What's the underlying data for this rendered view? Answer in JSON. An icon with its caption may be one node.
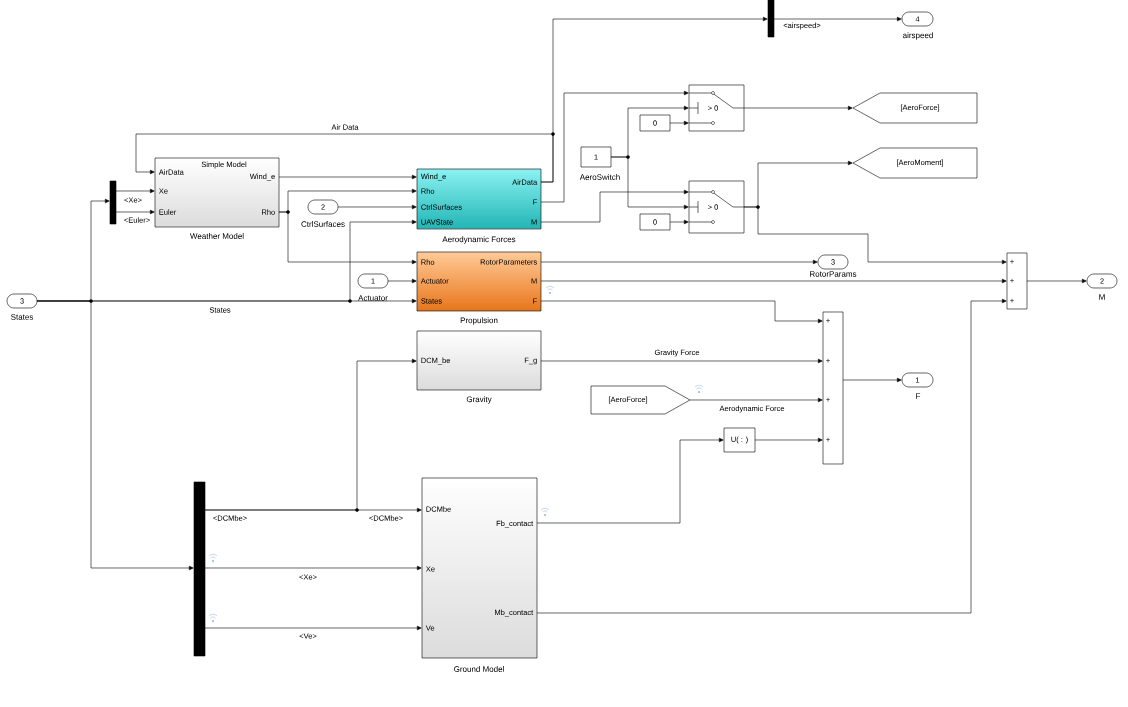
{
  "diagram": {
    "nodes": [
      {
        "text": [
          "3"
        ],
        "beside": [
          "States"
        ]
      },
      {
        "text": [],
        "shape": "bar"
      },
      {
        "text": [
          "Simple Model",
          "AirData",
          "Xe",
          "Euler",
          "Wind_e",
          "Rho"
        ],
        "beside": [
          "Weather Model"
        ]
      },
      {
        "text": [
          "2"
        ],
        "beside": [
          "CtrlSurfaces"
        ]
      },
      {
        "text": [
          "Wind_e",
          "Rho",
          "CtrlSurfaces",
          "UAVState",
          "AirData",
          "F",
          "M"
        ],
        "beside": [
          "Aerodynamic Forces"
        ]
      },
      {
        "text": [
          "1"
        ],
        "beside": [
          "Actuator"
        ]
      },
      {
        "text": [
          "Rho",
          "Actuator",
          "States",
          "RotorParameters",
          "M",
          "F"
        ],
        "beside": [
          "Propulsion"
        ]
      },
      {
        "text": [
          "DCM_be",
          "F_g"
        ],
        "beside": [
          "Gravity"
        ]
      },
      {
        "text": [],
        "shape": "bar"
      },
      {
        "text": [
          "DCMbe",
          "Xe",
          "Ve",
          "Fb_contact",
          "Mb_contact"
        ],
        "beside": [
          "Ground Model"
        ]
      },
      {
        "text": [],
        "shape": "bar"
      },
      {
        "text": [
          "4"
        ],
        "beside": [
          "airspeed"
        ]
      },
      {
        "text": [
          "1"
        ],
        "beside": [
          "AeroSwitch"
        ]
      },
      {
        "text": [
          "0"
        ]
      },
      {
        "text": [
          "> 0"
        ]
      },
      {
        "text": [
          "0"
        ]
      },
      {
        "text": [
          "> 0"
        ]
      },
      {
        "text": [
          "[AeroForce]"
        ]
      },
      {
        "text": [
          "[AeroMoment]"
        ]
      },
      {
        "text": [
          "3"
        ],
        "beside": [
          "RotorParams"
        ]
      },
      {
        "text": [
          "+",
          "+",
          "+"
        ]
      },
      {
        "text": [
          "2"
        ],
        "beside": [
          "M"
        ]
      },
      {
        "text": [
          "[AeroForce]"
        ]
      },
      {
        "text": [
          "U( : )"
        ]
      },
      {
        "text": [
          "+",
          "+",
          "+",
          "+"
        ]
      },
      {
        "text": [
          "1"
        ],
        "beside": [
          "F"
        ]
      }
    ],
    "edges": [
      {
        "from": 0,
        "to": 1,
        "arrow": "to"
      },
      {
        "from": 0,
        "to": 4,
        "arrow": "to"
      },
      {
        "from": 0,
        "to": 6,
        "arrow": "to",
        "label": "States"
      },
      {
        "from": 0,
        "to": 8,
        "arrow": "to"
      },
      {
        "from": 1,
        "to": 2,
        "arrow": "to",
        "label": "<Xe>"
      },
      {
        "from": 1,
        "to": 2,
        "arrow": "to",
        "label": "<Euler>"
      },
      {
        "from": 2,
        "to": 4,
        "arrow": "to"
      },
      {
        "from": 2,
        "to": 4,
        "arrow": "to"
      },
      {
        "from": 2,
        "to": 6,
        "arrow": "to"
      },
      {
        "from": 3,
        "to": 4,
        "arrow": "to"
      },
      {
        "from": 4,
        "to": 2,
        "arrow": "to",
        "label": "Air Data"
      },
      {
        "from": 4,
        "to": 10,
        "arrow": "to"
      },
      {
        "from": 10,
        "to": 11,
        "arrow": "to",
        "label": "<airspeed>"
      },
      {
        "from": 4,
        "to": 14,
        "arrow": "to"
      },
      {
        "from": 4,
        "to": 16,
        "arrow": "to"
      },
      {
        "from": 12,
        "to": 14,
        "arrow": "to"
      },
      {
        "from": 12,
        "to": 16,
        "arrow": "to"
      },
      {
        "from": 13,
        "to": 14,
        "arrow": "to"
      },
      {
        "from": 15,
        "to": 16,
        "arrow": "to"
      },
      {
        "from": 14,
        "to": 17,
        "arrow": "to"
      },
      {
        "from": 16,
        "to": 18,
        "arrow": "to"
      },
      {
        "from": 16,
        "to": 20,
        "arrow": "to"
      },
      {
        "from": 5,
        "to": 6,
        "arrow": "to"
      },
      {
        "from": 6,
        "to": 19,
        "arrow": "to"
      },
      {
        "from": 6,
        "to": 20,
        "arrow": "to"
      },
      {
        "from": 6,
        "to": 24,
        "arrow": "to"
      },
      {
        "from": 8,
        "to": 7,
        "arrow": "to",
        "label": "<DCMbe>"
      },
      {
        "from": 8,
        "to": 9,
        "arrow": "to",
        "label": "<DCMbe>"
      },
      {
        "from": 8,
        "to": 9,
        "arrow": "to",
        "label": "<Xe>"
      },
      {
        "from": 8,
        "to": 9,
        "arrow": "to",
        "label": "<Ve>"
      },
      {
        "from": 7,
        "to": 24,
        "arrow": "to",
        "label": "Gravity Force"
      },
      {
        "from": 22,
        "to": 24,
        "arrow": "to",
        "label": "Aerodynamic Force"
      },
      {
        "from": 9,
        "to": 23,
        "arrow": "to"
      },
      {
        "from": 23,
        "to": 24,
        "arrow": "to"
      },
      {
        "from": 9,
        "to": 20,
        "arrow": "to"
      },
      {
        "from": 20,
        "to": 21,
        "arrow": "to"
      },
      {
        "from": 24,
        "to": 25,
        "arrow": "to"
      }
    ]
  }
}
